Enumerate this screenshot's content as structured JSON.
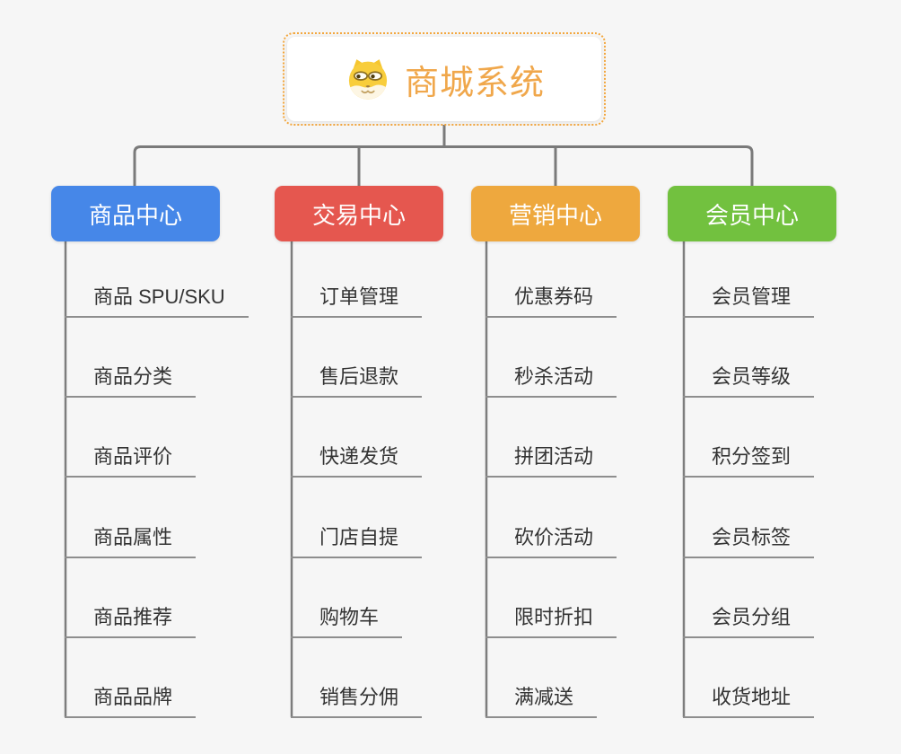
{
  "root": {
    "title": "商城系统",
    "icon": "dog-face-icon",
    "title_color": "#f0a74b",
    "border_color": "#f3a73e"
  },
  "connector_color": "#7a7a7a",
  "underline_color": "#8e8e8e",
  "background_color": "#f6f6f6",
  "branches": [
    {
      "label": "商品中心",
      "color": "#4687e8",
      "items": [
        "商品 SPU/SKU",
        "商品分类",
        "商品评价",
        "商品属性",
        "商品推荐",
        "商品品牌"
      ]
    },
    {
      "label": "交易中心",
      "color": "#e5574f",
      "items": [
        "订单管理",
        "售后退款",
        "快递发货",
        "门店自提",
        "购物车",
        "销售分佣"
      ]
    },
    {
      "label": "营销中心",
      "color": "#eea83e",
      "items": [
        "优惠券码",
        "秒杀活动",
        "拼团活动",
        "砍价活动",
        "限时折扣",
        "满减送"
      ]
    },
    {
      "label": "会员中心",
      "color": "#72c13f",
      "items": [
        "会员管理",
        "会员等级",
        "积分签到",
        "会员标签",
        "会员分组",
        "收货地址"
      ]
    }
  ]
}
